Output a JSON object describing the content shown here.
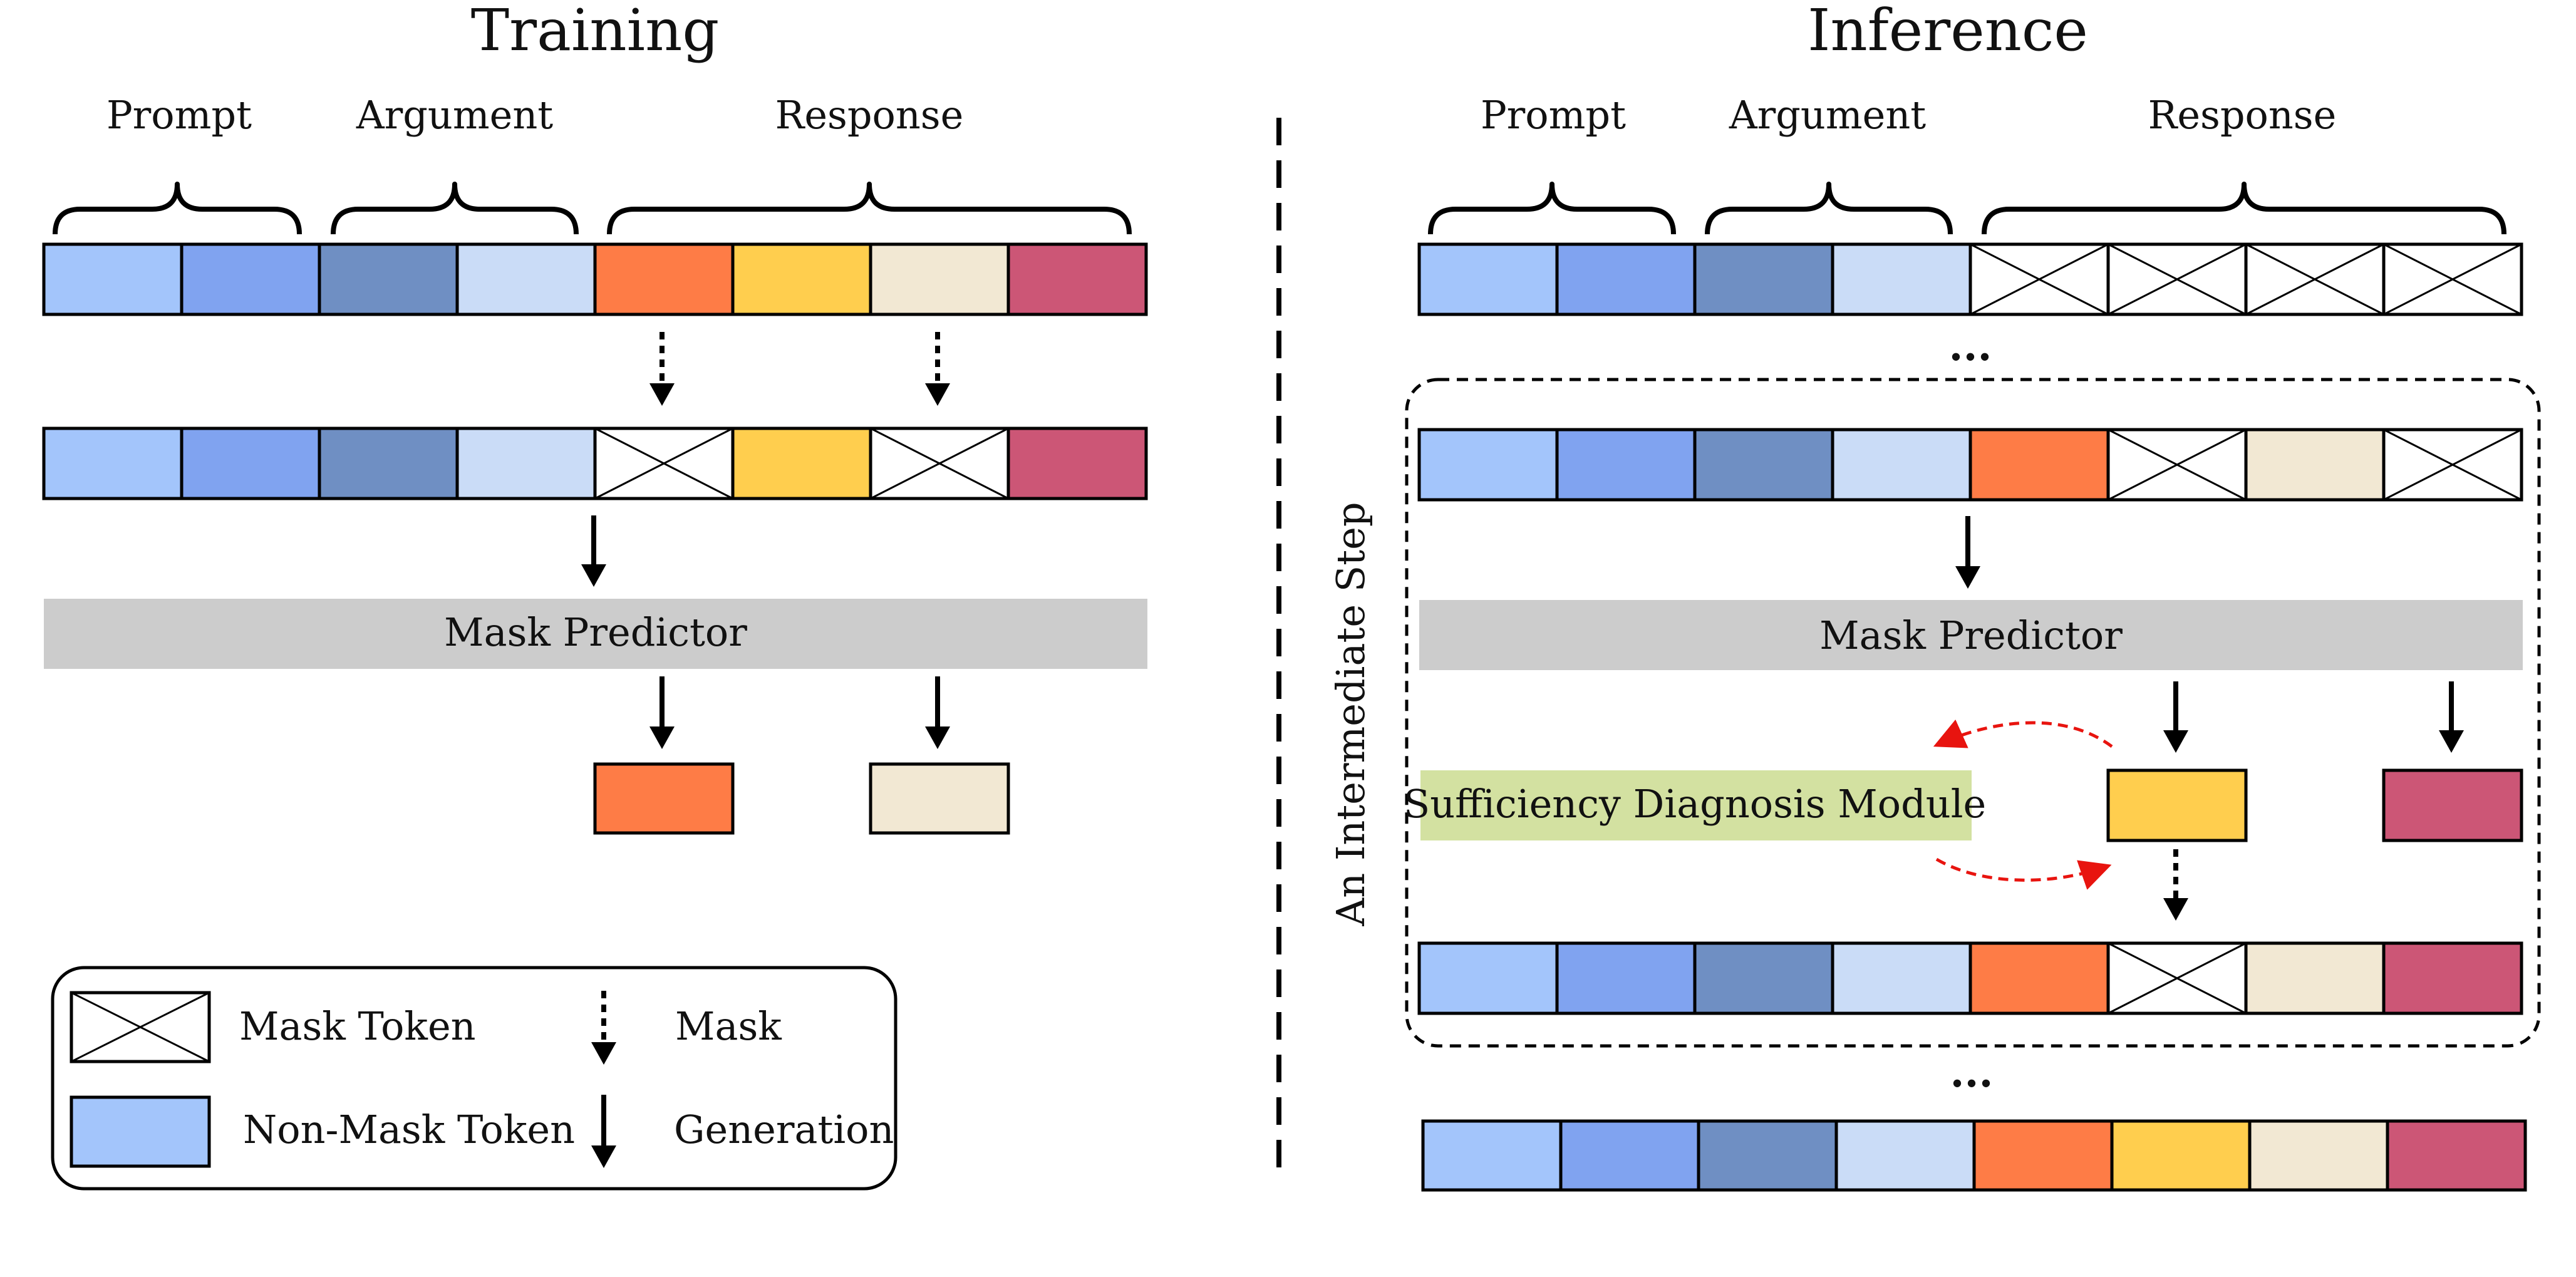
{
  "training": {
    "title": "Training",
    "segments": [
      "Prompt",
      "Argument",
      "Response"
    ],
    "input_sequence": [
      "prompt-1",
      "prompt-2",
      "argument-1",
      "argument-2",
      "response-1",
      "response-2",
      "response-3",
      "response-4"
    ],
    "masked_sequence": [
      "prompt-1",
      "prompt-2",
      "argument-1",
      "argument-2",
      "mask",
      "response-2",
      "mask",
      "response-4"
    ],
    "predictor_label": "Mask Predictor",
    "predicted_tokens": [
      "response-1",
      "response-3"
    ]
  },
  "inference": {
    "title": "Inference",
    "segments": [
      "Prompt",
      "Argument",
      "Response"
    ],
    "input_sequence": [
      "prompt-1",
      "prompt-2",
      "argument-1",
      "argument-2",
      "mask",
      "mask",
      "mask",
      "mask"
    ],
    "ellipsis": "...",
    "step_label": "An Intermediate Step",
    "step_sequence": [
      "prompt-1",
      "prompt-2",
      "argument-1",
      "argument-2",
      "response-1",
      "mask",
      "response-3",
      "mask"
    ],
    "predictor_label": "Mask Predictor",
    "module_label": "Sufficiency Diagnosis Module",
    "predicted_tokens": [
      "response-2",
      "response-4"
    ],
    "after_sequence": [
      "prompt-1",
      "prompt-2",
      "argument-1",
      "argument-2",
      "response-1",
      "mask",
      "response-3",
      "response-4"
    ],
    "final_sequence": [
      "prompt-1",
      "prompt-2",
      "argument-1",
      "argument-2",
      "response-1",
      "response-2",
      "response-3",
      "response-4"
    ]
  },
  "legend": {
    "mask_token": "Mask Token",
    "non_mask_token": "Non-Mask Token",
    "mask_arrow": "Mask",
    "generation_arrow": "Generation"
  },
  "colors": {
    "prompt-1": "#a3c5fb",
    "prompt-2": "#80a3f0",
    "argument-1": "#6f8fc3",
    "argument-2": "#cadcf7",
    "response-1": "#fe7c46",
    "response-2": "#ffce4e",
    "response-3": "#f2e8d3",
    "response-4": "#cc5676",
    "predictor": "#cccccc",
    "module": "#d3e1a1",
    "annotation": "#e8140f"
  }
}
